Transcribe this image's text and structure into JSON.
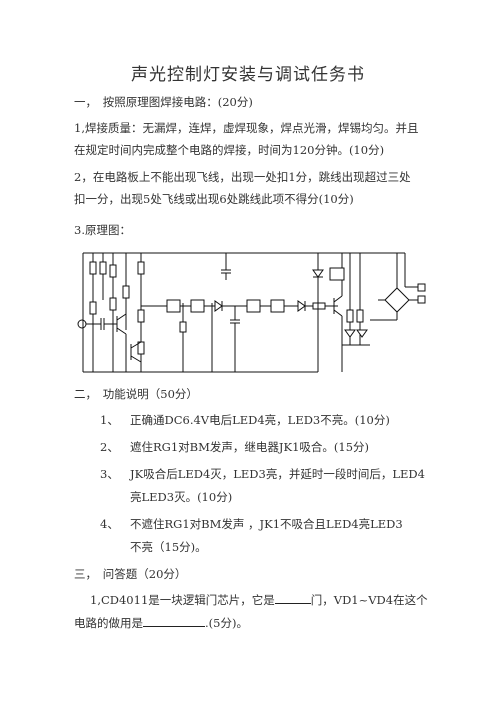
{
  "title": "声光控制灯安装与调试任务书",
  "section1": {
    "heading": "一，　按照原理图焊接电路：(20分)",
    "p1_line1": "1,焊接质量：无漏焊，连焊，虚焊现象，焊点光滑，焊锡均匀。并且",
    "p1_line2": "在规定时间内完成整个电路的焊接，时间为120分钟。(10分)",
    "p2_line1": "2，在电路板上不能出现飞线，出现一处扣1分，跳线出现超过三处",
    "p2_line2": "扣一分，出现5处飞线或出现6处跳线此项不得分(10分)",
    "p3": "3.原理图："
  },
  "section2": {
    "heading": "二，　功能说明（50分）",
    "items": [
      {
        "num": "1、",
        "text": "正确通DC6.4V电后LED4亮，LED3不亮。(10分)"
      },
      {
        "num": "2、",
        "text": "遮住RG1对BM发声，继电器JK1吸合。(15分)"
      },
      {
        "num": "3、",
        "text": "JK吸合后LED4灭，LED3亮，并延时一段时间后，LED4",
        "cont": "亮LED3灭。(10分)"
      },
      {
        "num": "4、",
        "text": "不遮住RG1对BM发声 ，JK1不吸合且LED4亮LED3",
        "cont": "不亮（15分)。"
      }
    ]
  },
  "section3": {
    "heading": "三，　问答题（20分）",
    "q1_a": "1,CD4011是一块逻辑门芯片，它是",
    "q1_b": "门，VD1~VD4在这个",
    "q1_c": "电路的做用是",
    "q1_d": ".(5分)。"
  }
}
